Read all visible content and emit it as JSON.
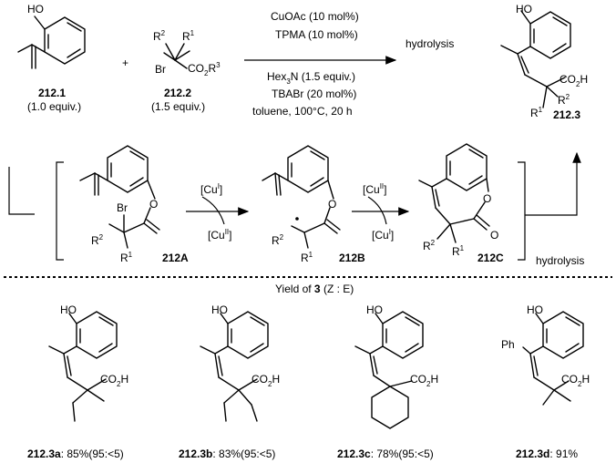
{
  "reaction": {
    "reactant1": {
      "id": "212.1",
      "equiv": "(1.0 equiv.)"
    },
    "reactant2": {
      "id": "212.2",
      "equiv": "(1.5 equiv.)"
    },
    "conditions_above": [
      "CuOAc (10 mol%)",
      "TPMA (10 mol%)"
    ],
    "conditions_below": [
      "Hex3N (1.5 equiv.)",
      "TBABr (20 mol%)",
      "toluene, 100°C, 20 h"
    ],
    "step2": "hydrolysis",
    "product": {
      "id": "212.3"
    }
  },
  "mechanism": {
    "intA": "212A",
    "intB": "212B",
    "intC": "212C",
    "cu1": "[CuI]",
    "cu2": "[CuII]",
    "hydrolysis": "hydrolysis"
  },
  "yields": {
    "header_prefix": "Yield of ",
    "header_bold": "3",
    "header_suffix": " (Z : E)",
    "items": [
      {
        "id": "212.3a",
        "text": ": 85%(95:<5)"
      },
      {
        "id": "212.3b",
        "text": ": 83%(95:<5)"
      },
      {
        "id": "212.3c",
        "text": ": 78%(95:<5)"
      },
      {
        "id": "212.3d",
        "text": ": 91%"
      }
    ]
  },
  "atoms": {
    "HO": "HO",
    "Br": "Br",
    "O": "O",
    "CO2H": "CO2H",
    "CO2R3": "CO2R3",
    "R1": "R1",
    "R2": "R2",
    "Ph": "Ph",
    "plus": "+"
  }
}
